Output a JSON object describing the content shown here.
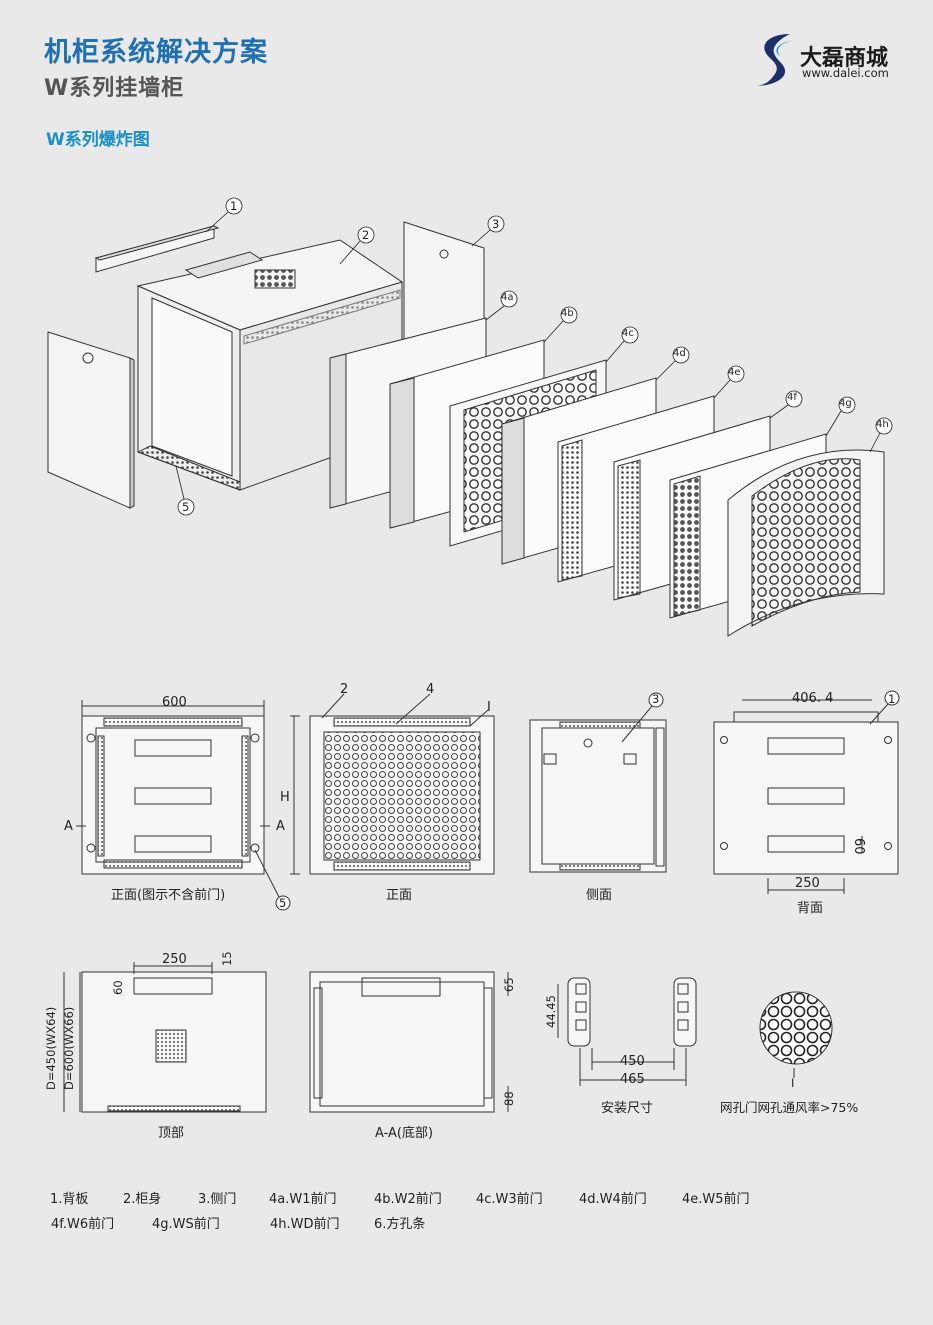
{
  "header": {
    "title": "机柜系统解决方案",
    "subtitle": "W系列挂墙柜",
    "section_title": "W系列爆炸图"
  },
  "brand": {
    "name": "大磊商城",
    "url": "www.dalei.com",
    "colors": {
      "blue": "#1f6fb5",
      "cyan": "#1a8fc8",
      "navy": "#1b2f6b"
    }
  },
  "exploded": {
    "callouts": [
      "1",
      "2",
      "3",
      "4a",
      "4b",
      "4c",
      "4d",
      "4e",
      "4f",
      "4g",
      "4h",
      "5"
    ]
  },
  "views": {
    "front_no_door": {
      "caption": "正面(图示不含前门)",
      "dim_width": "600",
      "section_left": "A",
      "section_right": "A",
      "callout": "5"
    },
    "front": {
      "caption": "正面",
      "callout_2": "2",
      "callout_4": "4",
      "callout_i": "I",
      "dim_height": "H"
    },
    "side": {
      "caption": "侧面",
      "callout": "3"
    },
    "back": {
      "caption": "背面",
      "dim_top": "406. 4",
      "dim_bottom": "250",
      "dim_side": "60",
      "callout": "1"
    },
    "top": {
      "caption": "顶部",
      "dim_top": "250",
      "dim_side": "15",
      "dim_hole": "60",
      "dim_depth_1": "D=450(WX64)",
      "dim_depth_2": "D=600(WX66)"
    },
    "bottom": {
      "caption": "A-A(底部)",
      "dim_top": "65",
      "dim_bottom": "88"
    },
    "mount": {
      "caption": "安装尺寸",
      "dim_vertical": "44.45",
      "dim_inner": "450",
      "dim_outer": "465"
    },
    "mesh": {
      "caption": "网孔门网孔通风率>75%",
      "callout": "I"
    }
  },
  "legend": {
    "row1": [
      "1.背板",
      "2.柜身",
      "3.侧门",
      "4a.W1前门",
      "4b.W2前门",
      "4c.W3前门",
      "4d.W4前门",
      "4e.W5前门"
    ],
    "row2": [
      "4f.W6前门",
      "4g.WS前门",
      "4h.WD前门",
      "6.方孔条"
    ]
  }
}
